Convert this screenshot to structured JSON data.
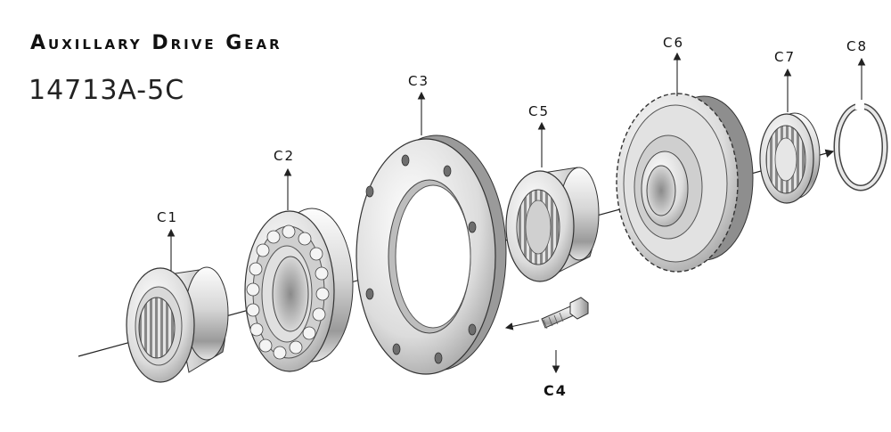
{
  "header": {
    "title": "Auxillary Drive Gear",
    "part_number": "14713A-5C"
  },
  "callouts": {
    "c1": "C1",
    "c2": "C2",
    "c3": "C3",
    "c4": "C4",
    "c5": "C5",
    "c6": "C6",
    "c7": "C7",
    "c8": "C8"
  },
  "colors": {
    "metal_light": "#f4f4f4",
    "metal_mid": "#c8c8c8",
    "metal_dark": "#7a7a7a",
    "outline": "#333333"
  }
}
